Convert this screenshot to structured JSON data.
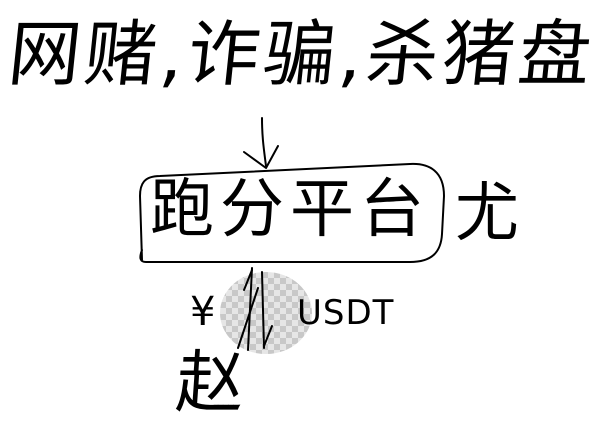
{
  "sketch": {
    "top_line": "网赌,诈骗,杀猪盘",
    "platform_text": "跑分平台",
    "platform_suffix": "尤",
    "yen_symbol": "¥",
    "usdt_label": "USDT",
    "bottom_text": "赵"
  }
}
